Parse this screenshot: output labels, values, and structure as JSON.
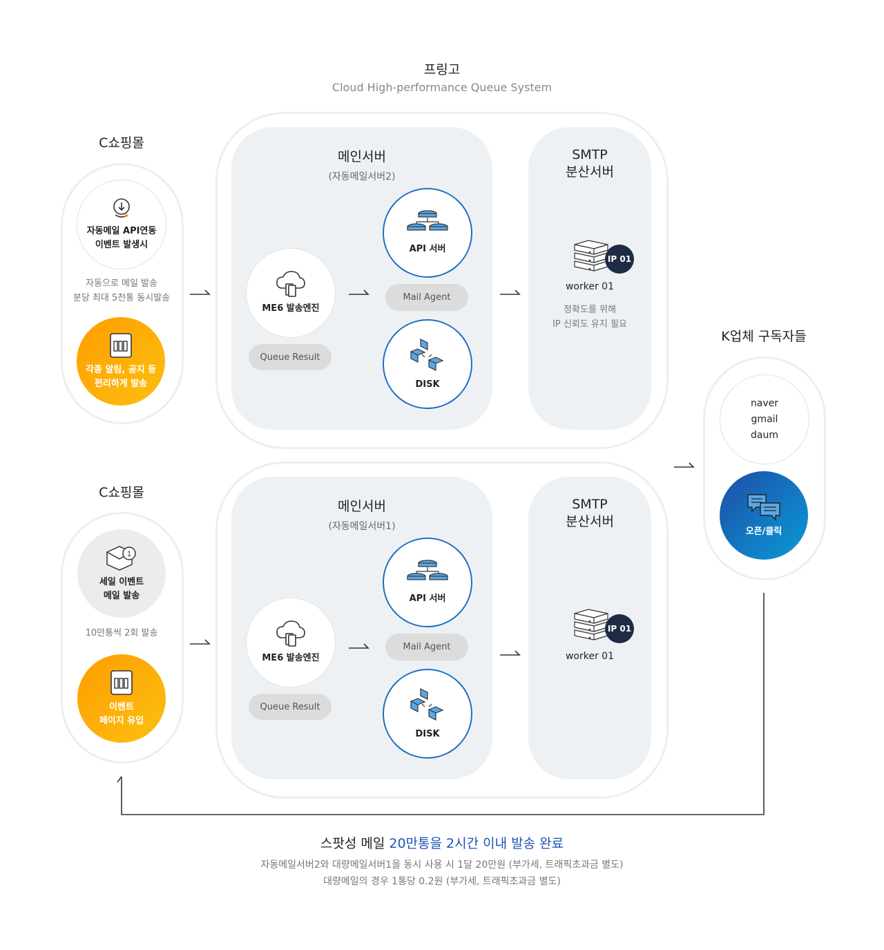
{
  "header": {
    "title": "프링고",
    "subtitle": "Cloud High-performance Queue System"
  },
  "top": {
    "shop_title": "C쇼핑몰",
    "event_label_1": "자동메일 API연동",
    "event_label_2": "이벤트 발생시",
    "note_1": "자동으로 메일 발송",
    "note_2": "분당 최대 5천통 동시발송",
    "orange_label_1": "각종 알림, 공지 등",
    "orange_label_2": "편리하게 발송",
    "main_server_title": "메인서버",
    "main_server_sub": "(자동메일서버2)",
    "smtp_title_1": "SMTP",
    "smtp_title_2": "분산서버",
    "smtp_note_1": "정확도를 위해",
    "smtp_note_2": "IP 신뢰도 유지 필요"
  },
  "bottom": {
    "shop_title": "C쇼핑몰",
    "event_label_1": "세일 이벤트",
    "event_label_2": "메일 발송",
    "note_1": "10만통씩 2회 발송",
    "orange_label_1": "이벤트",
    "orange_label_2": "페이지 유입",
    "main_server_title": "메인서버",
    "main_server_sub": "(자동메일서버1)",
    "smtp_title_1": "SMTP",
    "smtp_title_2": "분산서버"
  },
  "common": {
    "engine_label": "ME6 발송엔진",
    "queue_result": "Queue Result",
    "api_server": "API 서버",
    "mail_agent": "Mail Agent",
    "disk": "DISK",
    "worker": "worker 01",
    "ip": "IP 01"
  },
  "subscribers": {
    "title": "K업체 구독자들",
    "provider_1": "naver",
    "provider_2": "gmail",
    "provider_3": "daum",
    "open_click": "오픈/클릭"
  },
  "footer": {
    "headline_prefix": "스팟성 메일 ",
    "headline_highlight": "20만통을 2시간 이내 발송 완료",
    "line_1": "자동메일서버2와 대량메일서버1을 동시 사용 시 1달 20만원 (부가세, 트래픽초과금 별도)",
    "line_2": "대량메일의 경우 1통당 0.2원 (부가세, 트래픽초과금 별도)"
  },
  "colors": {
    "accent_blue": "#1e6fc0",
    "navy": "#1f2a44",
    "orange": "#ff9d00",
    "highlight_blue": "#1a55b4"
  }
}
